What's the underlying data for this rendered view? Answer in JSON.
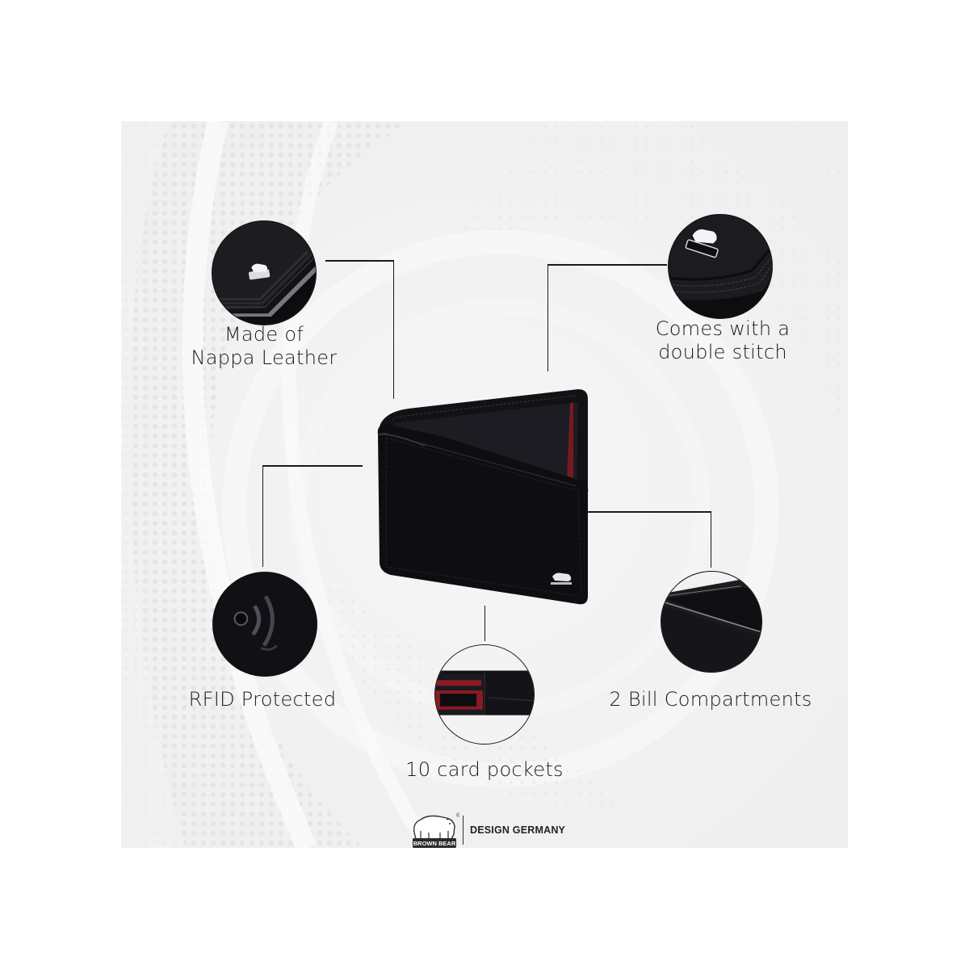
{
  "features": [
    {
      "id": "nappa-leather",
      "caption_lines": [
        "Made of",
        "Nappa Leather"
      ],
      "icon": "leather-corner-closeup"
    },
    {
      "id": "double-stitch",
      "caption_lines": [
        "Comes with a",
        "double stitch"
      ],
      "icon": "stitch-closeup"
    },
    {
      "id": "rfid",
      "caption_lines": [
        "RFID Protected"
      ],
      "icon": "rfid-emboss"
    },
    {
      "id": "bill-compartments",
      "caption_lines": [
        "2 Bill Compartments"
      ],
      "icon": "bill-compartment-closeup"
    },
    {
      "id": "card-pockets",
      "caption_lines": [
        "10 card pockets"
      ],
      "icon": "card-pocket-closeup"
    }
  ],
  "product": {
    "name": "Bifold leather wallet",
    "color": "#0d0d10",
    "accent_color": "#8b1a24"
  },
  "brand": {
    "logo_text": "BROWN BEAR",
    "registered_mark": "®",
    "tagline": "DESIGN GERMANY"
  },
  "colors": {
    "background": "#f3f3f3",
    "line": "#1a1a1a",
    "text": "#1b1b1b"
  }
}
